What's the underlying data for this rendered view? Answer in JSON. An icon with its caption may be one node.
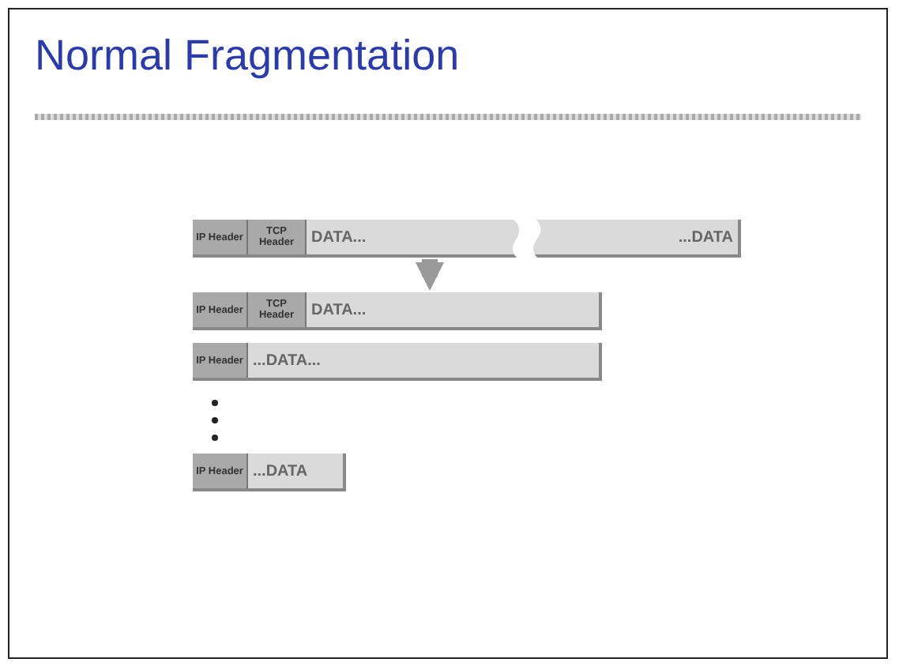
{
  "diagram": {
    "title": "Normal Fragmentation",
    "nodes": [
      {
        "text": [],
        "shape": "bar"
      },
      {
        "text": [
          "IP Header"
        ],
        "in": 0
      },
      {
        "text": [
          "TCP Header"
        ],
        "in": 0
      },
      {
        "text": [
          "DATA..."
        ],
        "in": 0
      },
      {
        "text": [
          "...DATA"
        ],
        "in": 0
      },
      {
        "text": [],
        "shape": "bar"
      },
      {
        "text": [
          "IP Header"
        ],
        "in": 5
      },
      {
        "text": [
          "TCP Header"
        ],
        "in": 5
      },
      {
        "text": [
          "DATA..."
        ],
        "in": 5
      },
      {
        "text": [],
        "shape": "bar"
      },
      {
        "text": [
          "IP Header"
        ],
        "in": 9
      },
      {
        "text": [
          "...DATA..."
        ],
        "in": 9
      },
      {
        "text": [],
        "shape": "bar"
      },
      {
        "text": [
          "IP Header"
        ],
        "in": 12
      },
      {
        "text": [
          "...DATA"
        ],
        "in": 12
      }
    ],
    "edges": [
      {
        "from": 0,
        "to": 5,
        "arrow": "to"
      }
    ]
  }
}
